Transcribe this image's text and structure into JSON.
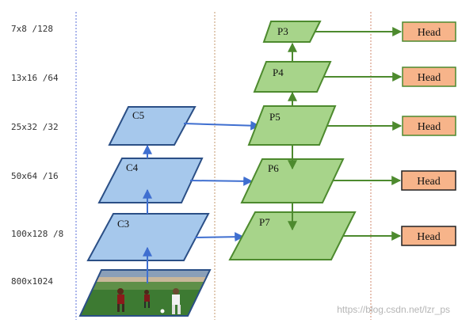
{
  "scales": [
    "7x8 /128",
    "13x16 /64",
    "25x32 /32",
    "50x64 /16",
    "100x128 /8",
    "800x1024"
  ],
  "backbone": [
    "C3",
    "C4",
    "C5"
  ],
  "pyramid": [
    "P3",
    "P4",
    "P5",
    "P6",
    "P7"
  ],
  "head_label": "Head",
  "watermark": "https://blog.csdn.net/lzr_ps",
  "colors": {
    "backbone_fill": "#a6c8ec",
    "backbone_stroke": "#2b4f86",
    "pyramid_fill": "#a7d48a",
    "pyramid_stroke": "#4d8a2e",
    "head_fill": "#f7b48a",
    "arrow_blue": "#3f6fd0",
    "arrow_green": "#4d8a2e"
  },
  "icons": {
    "input_image": "soccer-photo-image"
  }
}
